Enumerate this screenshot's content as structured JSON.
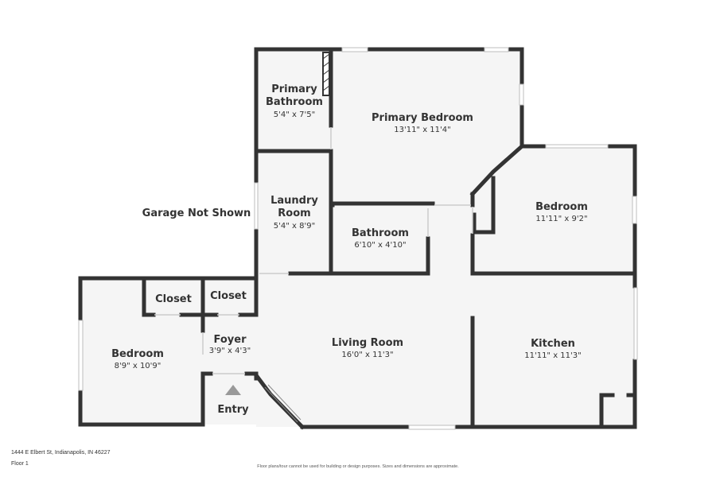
{
  "colors": {
    "wall": "#333333",
    "floor": "#f5f5f5",
    "window": "#cfcfcf",
    "entry_arrow": "#999999"
  },
  "rooms": {
    "primary_bathroom": {
      "name_line1": "Primary",
      "name_line2": "Bathroom",
      "dims": "5'4\" x 7'5\""
    },
    "primary_bedroom": {
      "name": "Primary Bedroom",
      "dims": "13'11\" x 11'4\""
    },
    "laundry_room": {
      "name_line1": "Laundry",
      "name_line2": "Room",
      "dims": "5'4\" x 8'9\""
    },
    "bathroom": {
      "name": "Bathroom",
      "dims": "6'10\" x 4'10\""
    },
    "bedroom_east": {
      "name": "Bedroom",
      "dims": "11'11\" x 9'2\""
    },
    "closet_1": {
      "name": "Closet"
    },
    "closet_2": {
      "name": "Closet"
    },
    "foyer": {
      "name": "Foyer",
      "dims": "3'9\" x 4'3\""
    },
    "bedroom_west": {
      "name": "Bedroom",
      "dims": "8'9\" x 10'9\""
    },
    "living_room": {
      "name": "Living Room",
      "dims": "16'0\" x 11'3\""
    },
    "kitchen": {
      "name": "Kitchen",
      "dims": "11'11\" x 11'3\""
    }
  },
  "labels": {
    "garage": "Garage Not Shown",
    "entry": "Entry"
  },
  "footer": {
    "address": "1444 E Elbert St, Indianapolis, IN 46227",
    "floor": "Floor 1",
    "disclaimer": "Floor plans/tour cannot be used for building or design purposes. Sizes and dimensions are approximate."
  }
}
